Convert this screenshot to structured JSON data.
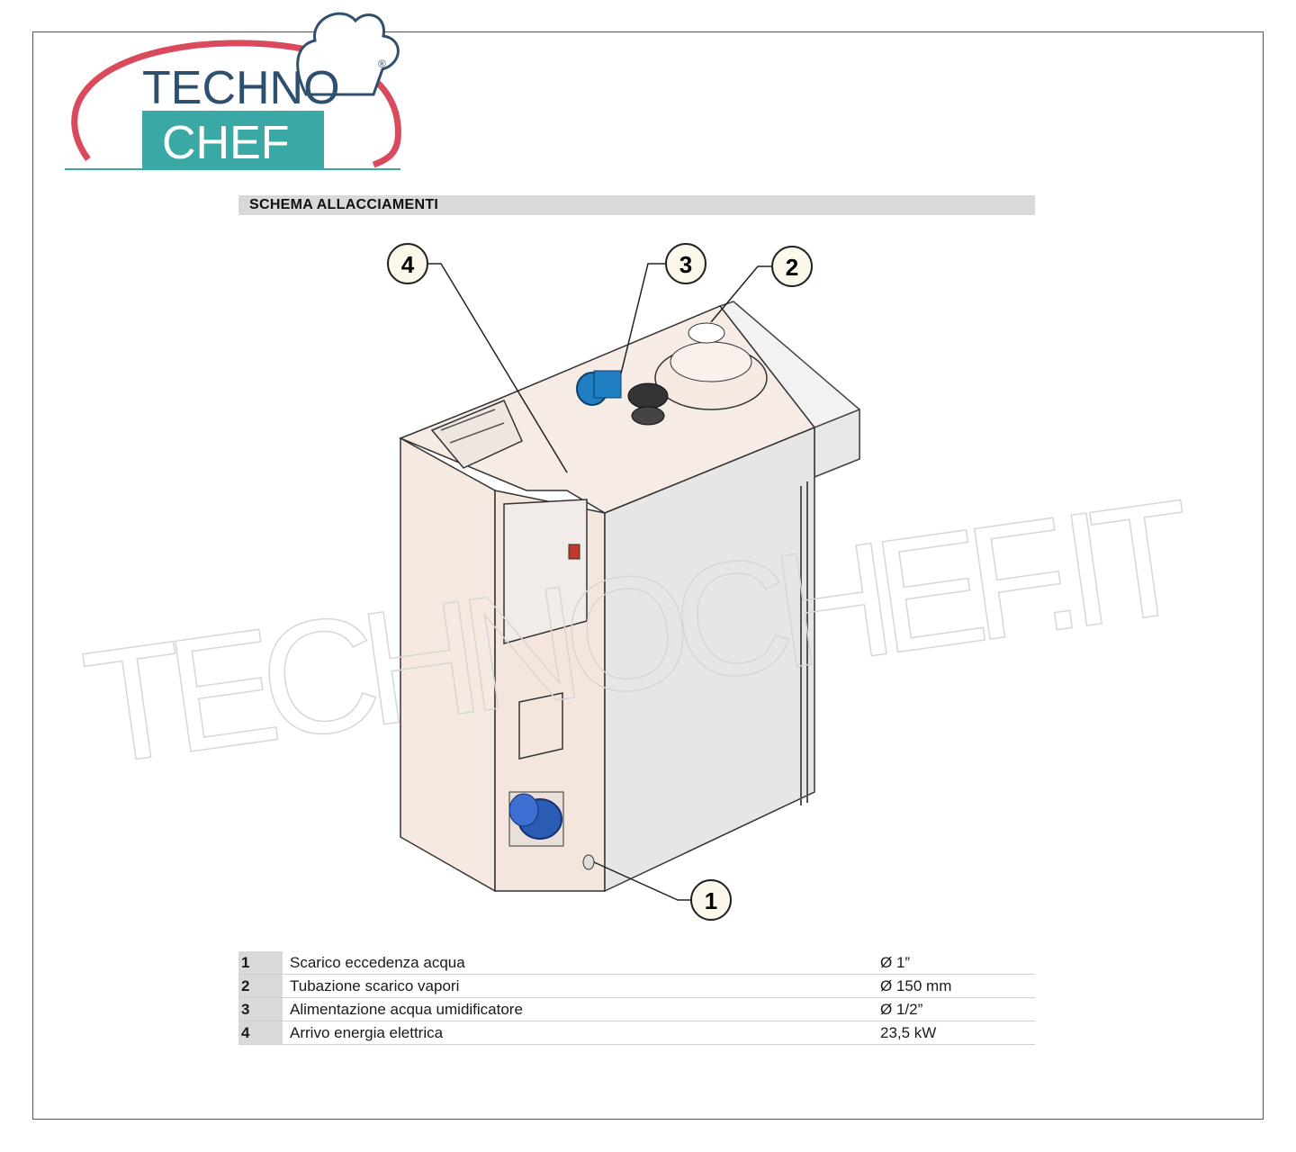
{
  "logo": {
    "line1": "TECHNO",
    "line2": "CHEF",
    "registered": "®"
  },
  "section": {
    "title": "SCHEMA ALLACCIAMENTI"
  },
  "callouts": [
    "1",
    "2",
    "3",
    "4"
  ],
  "connections": [
    {
      "num": "1",
      "desc": "Scarico eccedenza acqua",
      "value": "Ø 1”"
    },
    {
      "num": "2",
      "desc": "Tubazione scarico vapori",
      "value": "Ø 150 mm"
    },
    {
      "num": "3",
      "desc": "Alimentazione acqua umidificatore",
      "value": "Ø 1/2”"
    },
    {
      "num": "4",
      "desc": "Arrivo energia elettrica",
      "value": "23,5 kW"
    }
  ],
  "watermark": "TECHNOCHEF.IT",
  "colors": {
    "teal": "#3aa8a4",
    "arc_red": "#d94b5c",
    "logo_navy": "#2f4f6f",
    "cabinet": "#f6ece6",
    "blue_motor": "#1f7fc2"
  }
}
